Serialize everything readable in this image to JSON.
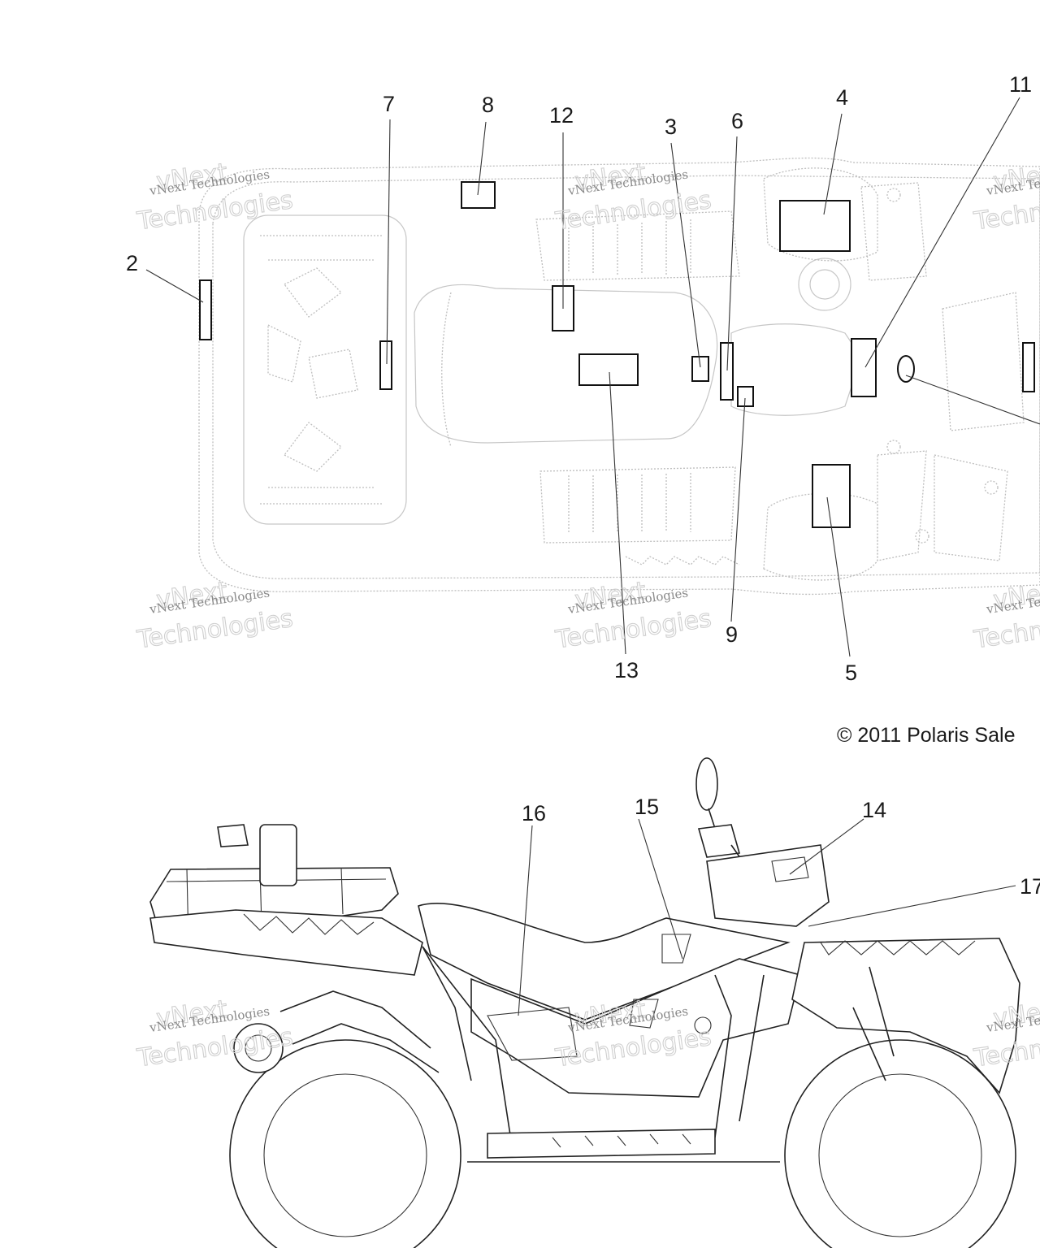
{
  "callouts": {
    "c2": "2",
    "c3": "3",
    "c4": "4",
    "c5": "5",
    "c6": "6",
    "c7": "7",
    "c8": "8",
    "c9": "9",
    "c11": "11",
    "c12": "12",
    "c13": "13",
    "c14": "14",
    "c15": "15",
    "c16": "16",
    "c17": "17"
  },
  "copyright": "© 2011 Polaris Sale",
  "watermark": {
    "line1": "vNext Technologies",
    "line2": "Technologies",
    "line3": "vNext"
  },
  "colors": {
    "ink": "#222222",
    "outline": "#bdbdbd",
    "watermark": "#8a8a8a"
  }
}
